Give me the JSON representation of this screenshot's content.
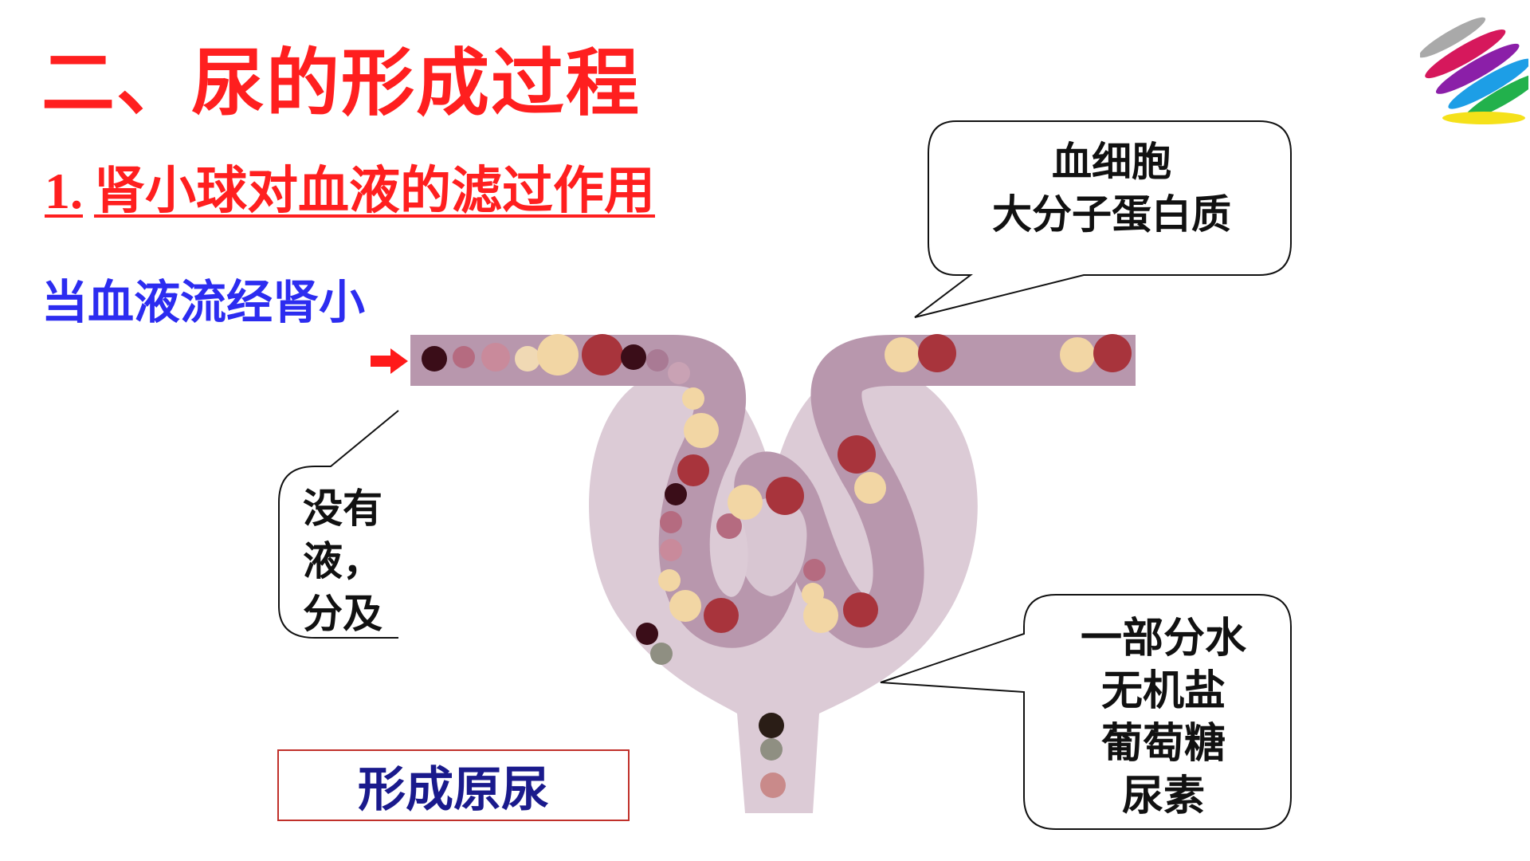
{
  "heading": {
    "title": "二、尿的形成过程",
    "sub_number": "1.",
    "sub_text": "肾小球对血液的滤过作用"
  },
  "intro_text": "当血液流经肾小",
  "callouts": {
    "not_filtered": [
      "血细胞",
      "大分子蛋白质"
    ],
    "filtered": [
      "一部分水",
      "无机盐",
      "葡萄糖",
      "尿素"
    ],
    "left_partial": [
      "没有",
      "液，",
      "分及"
    ]
  },
  "result_label": "形成原尿",
  "colors": {
    "title": "#ff1f1f",
    "intro": "#2c2cf0",
    "capsule": "#dccbd6",
    "vessel": "#b897ad",
    "result_text": "#1a1a8c",
    "result_border": "#c0302a",
    "arrow": "#ff1a1a"
  },
  "icons": [
    "flow-arrow-icon",
    "brand-logo-icon"
  ]
}
